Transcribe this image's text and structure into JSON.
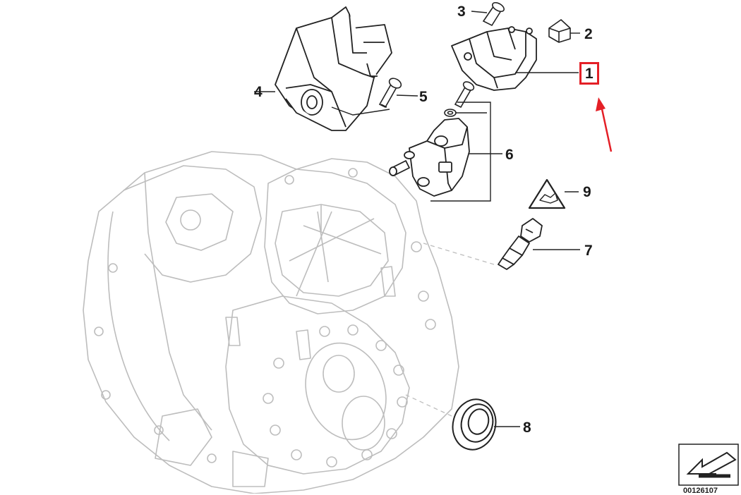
{
  "callouts": {
    "c1": "1",
    "c2": "2",
    "c3": "3",
    "c4": "4",
    "c5": "5",
    "c6": "6",
    "c7": "7",
    "c8": "8",
    "c9": "9"
  },
  "figure_id": "00126107",
  "colors": {
    "line_dark": "#2a2a2a",
    "line_faint": "#b9b9b9",
    "highlight": "#e41f26"
  }
}
